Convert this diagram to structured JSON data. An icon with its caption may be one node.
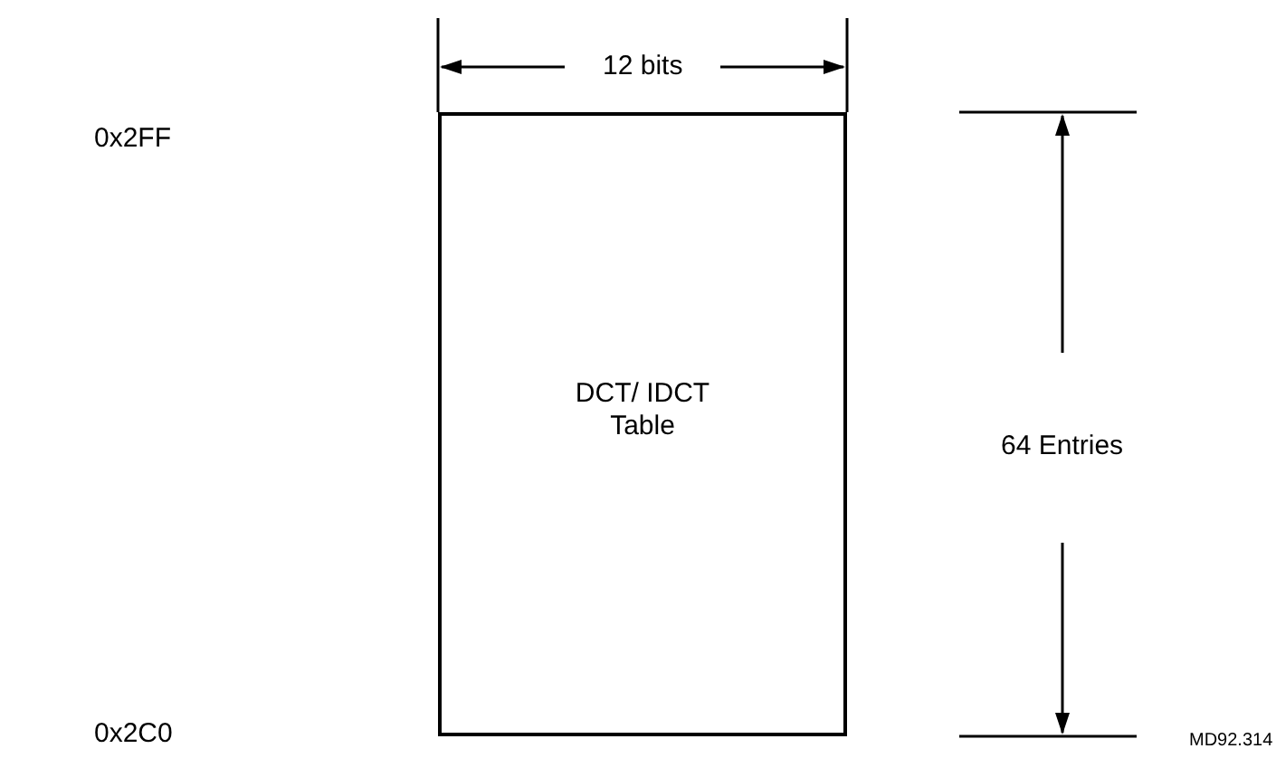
{
  "diagram": {
    "nodes": [
      {
        "text": [
          "DCT/ IDCT Table"
        ]
      }
    ],
    "labels": [
      "12 bits",
      "0x2FF",
      "64 Entries",
      "0x2C0",
      "MD92.314"
    ]
  }
}
